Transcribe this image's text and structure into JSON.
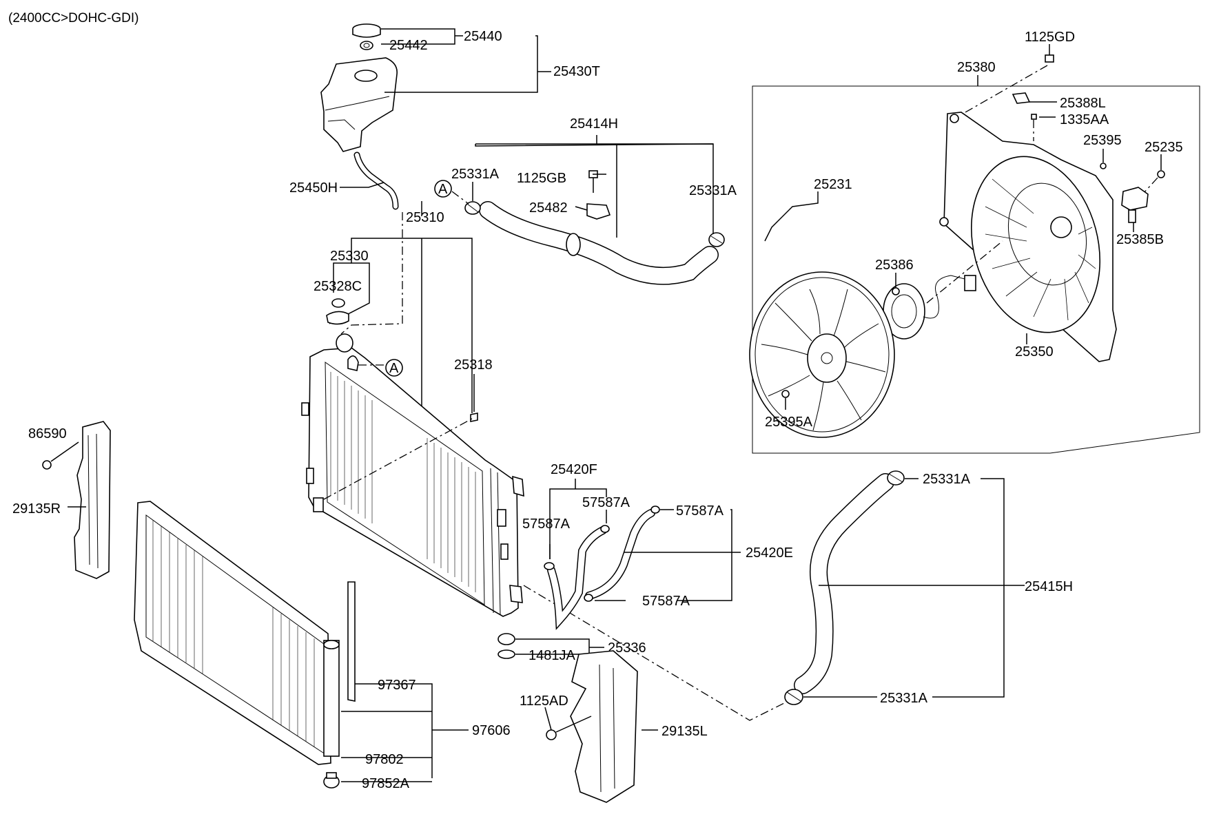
{
  "title": "(2400CC>DOHC-GDI)",
  "ref_marker": "A",
  "labels": {
    "p25440": "25440",
    "p25442": "25442",
    "p25430T": "25430T",
    "p25414H": "25414H",
    "p25331A_1": "25331A",
    "p1125GB": "1125GB",
    "p25482": "25482",
    "p25331A_2": "25331A",
    "p25450H": "25450H",
    "p25310": "25310",
    "p25330": "25330",
    "p25328C": "25328C",
    "p25318": "25318",
    "p86590": "86590",
    "p29135R": "29135R",
    "p25420F": "25420F",
    "p57587A_1": "57587A",
    "p57587A_2": "57587A",
    "p57587A_3": "57587A",
    "p25420E": "25420E",
    "p57587A_4": "57587A",
    "p25336": "25336",
    "p1481JA": "1481JA",
    "p97367": "97367",
    "p97606": "97606",
    "p97802": "97802",
    "p97852A": "97852A",
    "p1125AD": "1125AD",
    "p29135L": "29135L",
    "p25331A_3": "25331A",
    "p25415H": "25415H",
    "p25331A_4": "25331A",
    "p1125GD": "1125GD",
    "p25380": "25380",
    "p25388L": "25388L",
    "p1335AA": "1335AA",
    "p25395": "25395",
    "p25235": "25235",
    "p25385B": "25385B",
    "p25231": "25231",
    "p25386": "25386",
    "p25350": "25350",
    "p25395A": "25395A"
  }
}
